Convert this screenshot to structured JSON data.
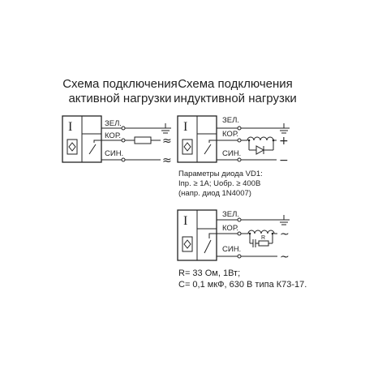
{
  "titles": {
    "active_1": "Схема подключения",
    "active_2": "активной нагрузки",
    "inductive_1": "Схема подключения",
    "inductive_2": "индуктивной нагрузки"
  },
  "wire_labels": {
    "green": "ЗЕЛ.",
    "brown": "КОР.",
    "blue": "СИН."
  },
  "sensor_symbol": "I",
  "supply_symbols": {
    "ac": "≈",
    "plus": "+",
    "minus": "−",
    "tilde": "~"
  },
  "diode_params": {
    "line1": "Параметры диода VD1:",
    "line2": "Iпр. ≥ 1А; Uобр. ≥ 400В",
    "line3": "(напр. диод 1N4007)"
  },
  "rc_params": {
    "r_label": "R",
    "line1": "R= 33 Ом, 1Вт;",
    "line2": "С= 0,1 мкФ, 630 В типа К73-17."
  }
}
